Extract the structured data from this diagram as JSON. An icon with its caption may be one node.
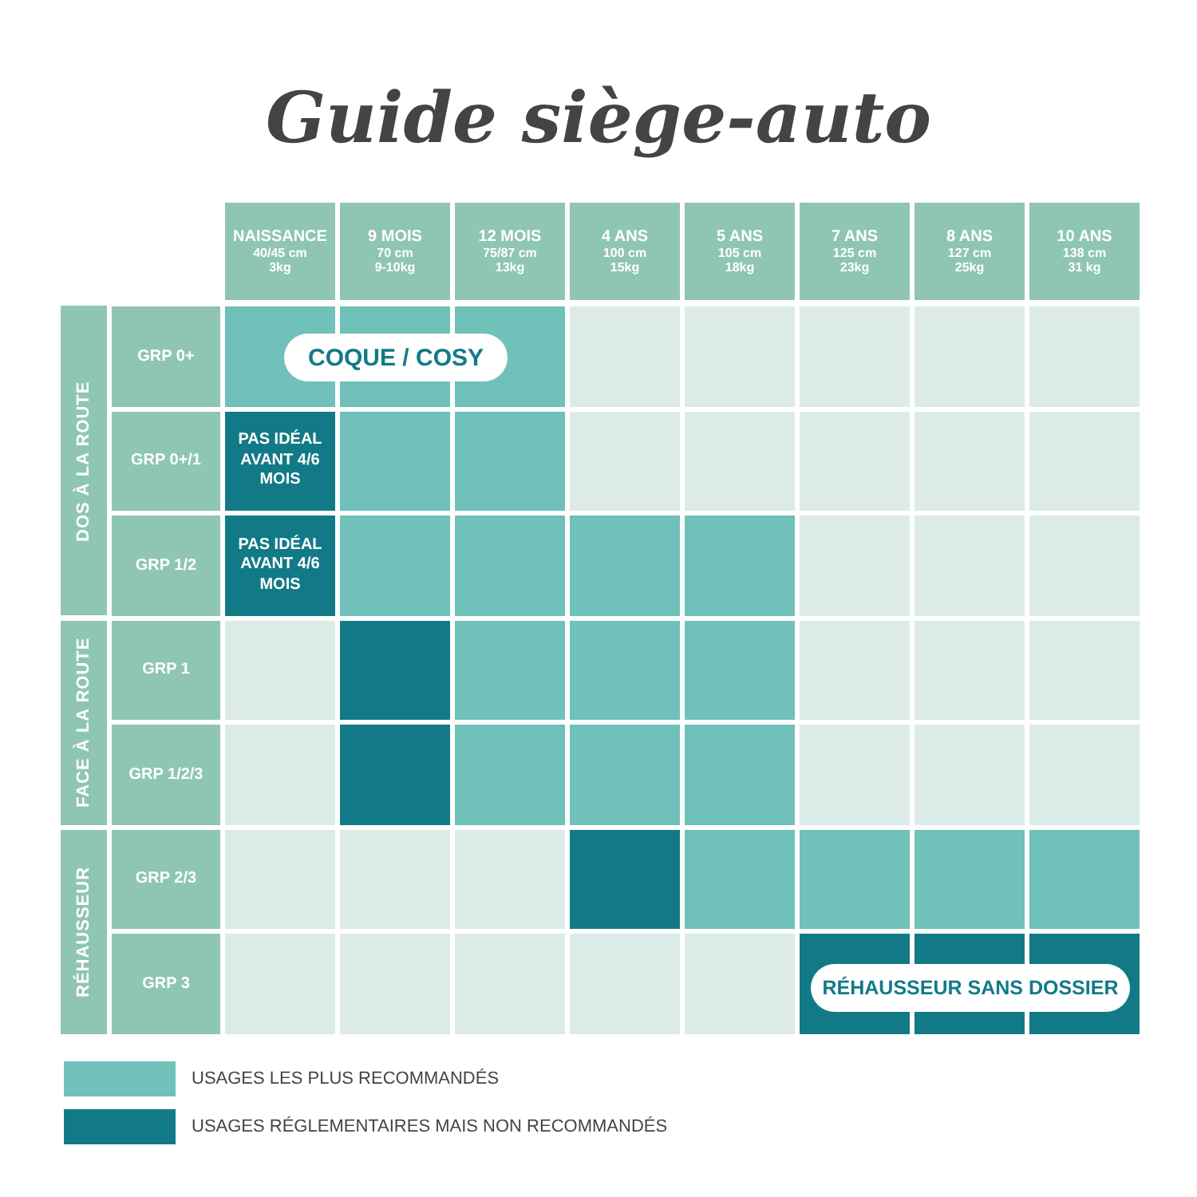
{
  "diagram": {
    "title": "Guide siège-auto",
    "labels": [
      "NAISSANCE",
      "40/45 cm",
      "3kg",
      "9 MOIS",
      "70 cm",
      "9-10kg",
      "12 MOIS",
      "75/87 cm",
      "13kg",
      "4 ANS",
      "100 cm",
      "15kg",
      "5 ANS",
      "105 cm",
      "18kg",
      "7 ANS",
      "125 cm",
      "23kg",
      "8 ANS",
      "127 cm",
      "25kg",
      "10 ANS",
      "138 cm",
      "31 kg",
      "DOS À LA ROUTE",
      "GRP 0+",
      "COQUE / COSY",
      "GRP 0+/1",
      "PAS IDÉAL AVANT 4/6 MOIS",
      "GRP 1/2",
      "PAS IDÉAL AVANT 4/6 MOIS",
      "FACE À LA ROUTE",
      "GRP 1",
      "GRP 1/2/3",
      "RÉHAUSSEUR",
      "GRP 2/3",
      "GRP 3",
      "RÉHAUSSEUR SANS DOSSIER"
    ],
    "legend": [
      {
        "text": "USAGES LES PLUS RECOMMANDÉS",
        "color": "#6fc1b9"
      },
      {
        "text": "USAGES RÉGLEMENTAIRES MAIS NON RECOMMANDÉS",
        "color": "#127a87"
      }
    ]
  }
}
